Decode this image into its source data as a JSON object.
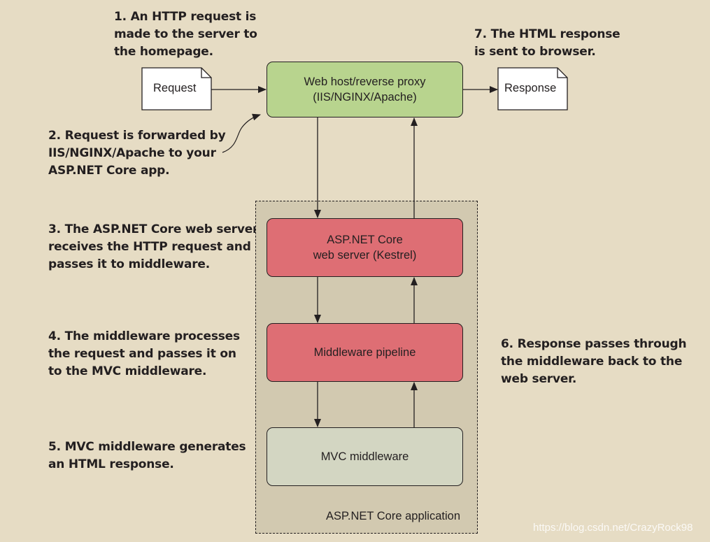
{
  "notes": {
    "step1": "1. An HTTP request is\nmade to the server to\nthe homepage.",
    "step2": "2. Request is forwarded by\nIIS/NGINX/Apache to your\nASP.NET Core app.",
    "step3": "3. The ASP.NET Core web server\nreceives the HTTP request and\npasses it to middleware.",
    "step4": "4. The middleware processes\nthe request and passes it on\nto the MVC middleware.",
    "step5": "5. MVC middleware generates\nan HTML response.",
    "step6": "6. Response passes through\nthe middleware back to the\nweb server.",
    "step7": "7. The HTML response\nis sent to browser."
  },
  "boxes": {
    "host": "Web host/reverse proxy\n(IIS/NGINX/Apache)",
    "kestrel": "ASP.NET Core\nweb server (Kestrel)",
    "pipeline": "Middleware pipeline",
    "mvc": "MVC middleware"
  },
  "documents": {
    "request": "Request",
    "response": "Response"
  },
  "container_label": "ASP.NET Core application",
  "watermark": "https://blog.csdn.net/CrazyRock98",
  "colors": {
    "background": "#e6dcc4",
    "container": "#d2c9b0",
    "host_box": "#b8d48e",
    "server_box": "#de6e74",
    "mvc_box": "#d3d6c2",
    "document": "#ffffff"
  }
}
